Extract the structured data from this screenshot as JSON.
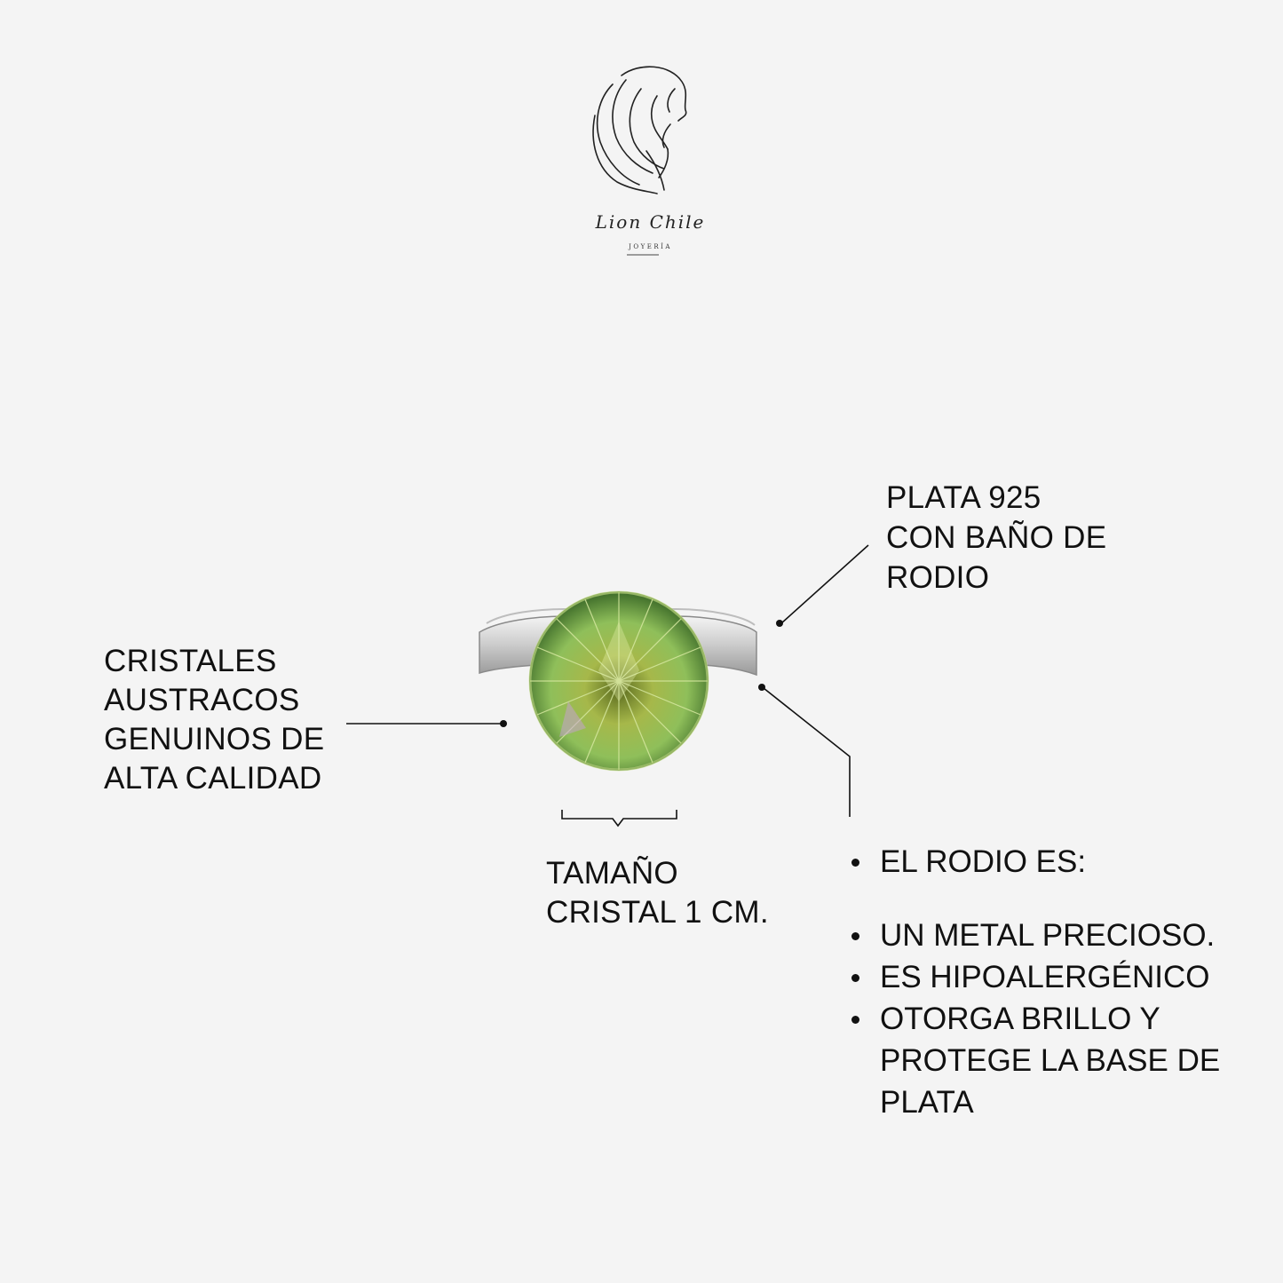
{
  "logo": {
    "brand": "Lion Chile",
    "subtitle": "JOYERÍA"
  },
  "annotations": {
    "material": [
      "PLATA 925",
      "CON BAÑO DE",
      "RODIO"
    ],
    "crystals": [
      "CRISTALES",
      "AUSTRACOS",
      "GENUINOS DE",
      "ALTA CALIDAD"
    ],
    "size": [
      "TAMAÑO",
      "CRISTAL 1 CM."
    ]
  },
  "rhodium_list": {
    "heading": "EL RODIO ES:",
    "items": [
      "UN METAL PRECIOSO.",
      "ES HIPOALERGÉNICO",
      "OTORGA BRILLO Y PROTEGE LA BASE DE PLATA"
    ]
  },
  "colors": {
    "background": "#f4f4f4",
    "text": "#111111",
    "crystal": "#8fbf5a",
    "silver": "#d9d9d9"
  }
}
